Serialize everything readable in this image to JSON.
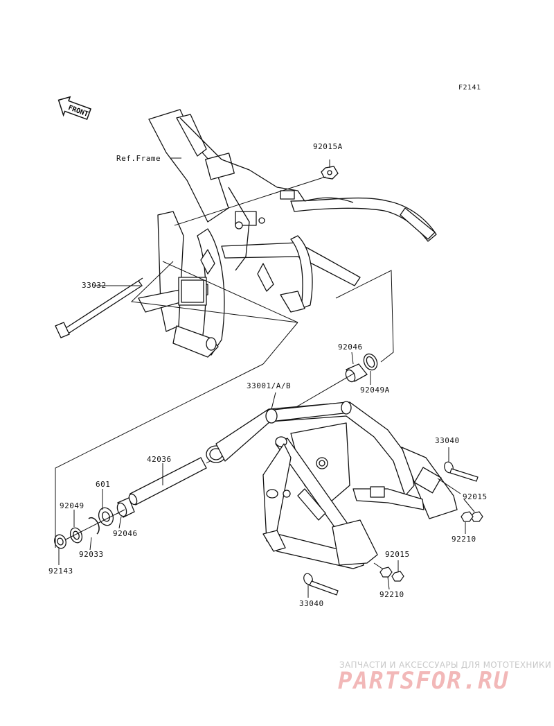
{
  "diagram_code": "F2141",
  "front_label": "FRONT",
  "ref_frame": "Ref.Frame",
  "parts": {
    "p92015A": "92015A",
    "p33032": "33032",
    "p92046_top": "92046",
    "p92049A": "92049A",
    "p33001": "33001/A/B",
    "p33040_right": "33040",
    "p42036": "42036",
    "p601": "601",
    "p92049": "92049",
    "p92046_bottom": "92046",
    "p92033": "92033",
    "p92143": "92143",
    "p92015_right": "92015",
    "p92210_right": "92210",
    "p92015_bottom": "92015",
    "p92210_bottom": "92210",
    "p33040_bottom": "33040"
  },
  "watermark": {
    "line1": "ЗАПЧАСТИ И АКСЕССУАРЫ ДЛЯ МОТОТЕХНИКИ",
    "line2": "PARTSFOR.RU"
  }
}
